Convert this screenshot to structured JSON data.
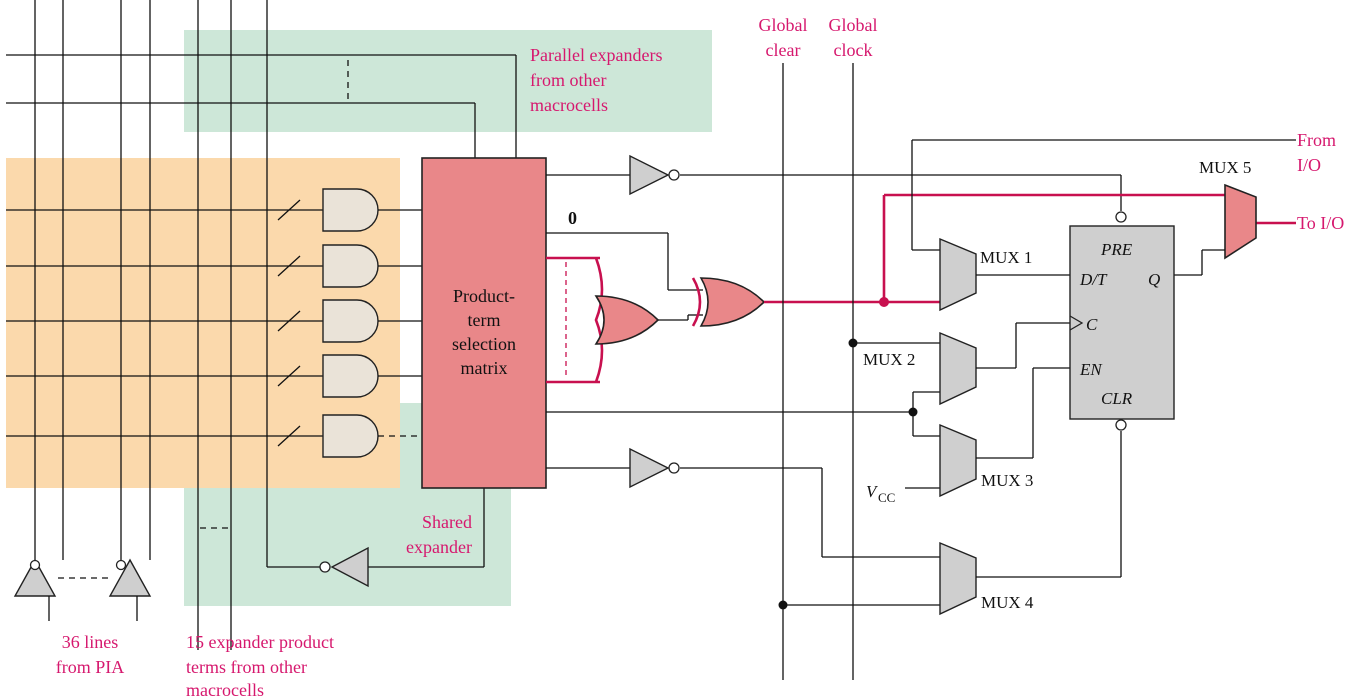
{
  "colors": {
    "label_magenta": "#d6186e",
    "signal_red": "#c8104f",
    "logic_array_bg": "#fbd9ac",
    "expander_bg": "#cde7d8",
    "block_pink": "#e98789",
    "and_gate_fill": "#eae3d8",
    "mux_gray": "#cfcfcf"
  },
  "labels": {
    "parallel_expanders": [
      "Parallel expanders",
      "from other",
      "macrocells"
    ],
    "global_clear": [
      "Global",
      "clear"
    ],
    "global_clock": [
      "Global",
      "clock"
    ],
    "from_io": [
      "From",
      "I/O"
    ],
    "to_io": "To I/O",
    "mux5": "MUX 5",
    "mux1": "MUX 1",
    "mux2": "MUX 2",
    "mux3": "MUX 3",
    "mux4": "MUX 4",
    "zero": "0",
    "product_term_matrix": [
      "Product-",
      "term",
      "selection",
      "matrix"
    ],
    "shared_expander": [
      "Shared",
      "expander"
    ],
    "lines_from_pia": [
      "36 lines",
      "from PIA"
    ],
    "expander_product_terms": [
      "15 expander product",
      "terms from other",
      "macrocells"
    ],
    "vcc": "V",
    "vcc_sub": "CC",
    "ff_pre": "PRE",
    "ff_dt": "D/T",
    "ff_q": "Q",
    "ff_c": "C",
    "ff_en": "EN",
    "ff_clr": "CLR"
  }
}
